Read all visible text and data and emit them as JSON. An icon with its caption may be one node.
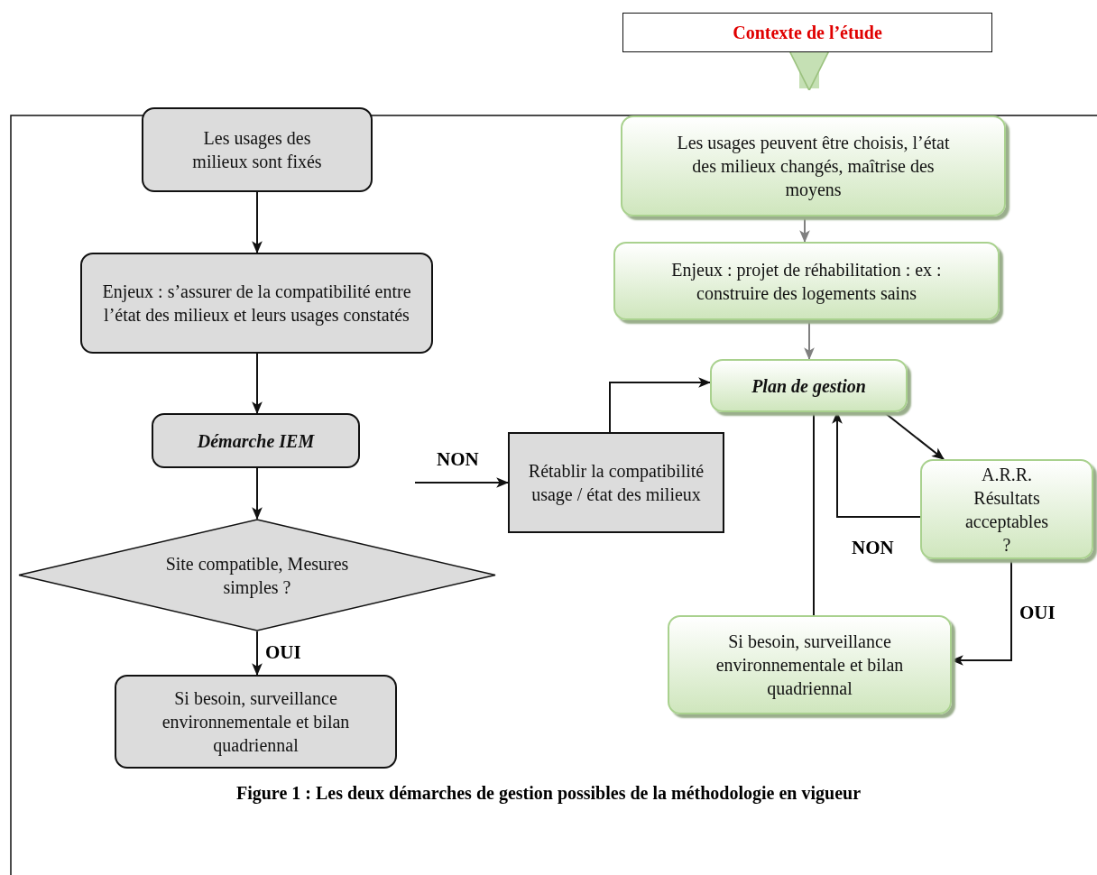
{
  "diagram": {
    "caption": "Figure 1 : Les deux démarches de gestion possibles de la méthodologie en vigueur",
    "nodes": [
      {
        "text": [
          "Contexte de l’étude"
        ]
      },
      {
        "text": [
          "Les usages des milieux sont fixés"
        ]
      },
      {
        "text": [
          "Enjeux : s’assurer de la compatibilité entre l’état des milieux et leurs usages constatés"
        ]
      },
      {
        "text": [
          "Démarche IEM"
        ]
      },
      {
        "text": [
          "Site compatible, Mesures simples ?"
        ]
      },
      {
        "text": [
          "Si besoin, surveillance environnementale et bilan quadriennal"
        ]
      },
      {
        "text": [
          "Les usages peuvent être choisis, l’état des milieux changés, maîtrise des moyens"
        ]
      },
      {
        "text": [
          "Enjeux : projet de réhabilitation : ex : construire des logements sains"
        ]
      },
      {
        "text": [
          "Plan de gestion"
        ]
      },
      {
        "text": [
          "Rétablir la compatibilité usage / état des milieux"
        ]
      },
      {
        "text": [
          "A.R.R. Résultats acceptables ?"
        ]
      },
      {
        "text": [
          "Si besoin, surveillance environnementale et bilan quadriennal"
        ]
      }
    ],
    "edges": [
      {
        "from": 0,
        "to": 6,
        "arrow": "to",
        "style": "thick",
        "color": "#c5e0b4"
      },
      {
        "from": 1,
        "to": 2,
        "arrow": "to"
      },
      {
        "from": 2,
        "to": 3,
        "arrow": "to"
      },
      {
        "from": 3,
        "to": 4,
        "arrow": "to"
      },
      {
        "from": 4,
        "to": 5,
        "arrow": "to",
        "label": "OUI"
      },
      {
        "from": null,
        "to": 9,
        "arrow": "to",
        "label": "NON"
      },
      {
        "from": 6,
        "to": 7,
        "arrow": "to",
        "color": "#808080"
      },
      {
        "from": 7,
        "to": 8,
        "arrow": "to",
        "color": "#808080"
      },
      {
        "from": 9,
        "to": 8,
        "arrow": "to"
      },
      {
        "from": 8,
        "to": 10,
        "arrow": "to"
      },
      {
        "from": 10,
        "to": 8,
        "arrow": "to",
        "label": "NON"
      },
      {
        "from": 10,
        "to": 11,
        "arrow": "to",
        "label": "OUI"
      },
      {
        "from": 8,
        "to": 11,
        "arrow": "none"
      }
    ]
  }
}
